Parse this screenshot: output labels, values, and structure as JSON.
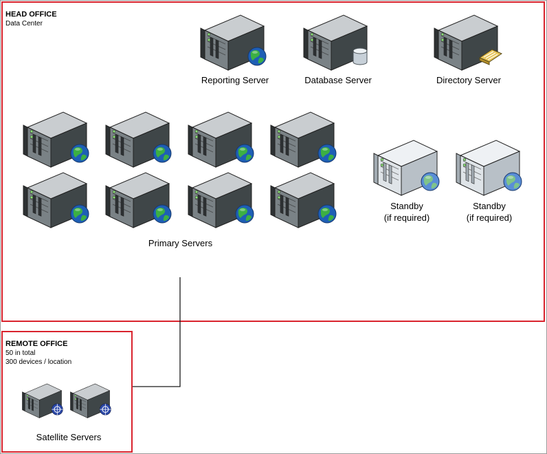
{
  "head_office": {
    "title": "HEAD OFFICE",
    "subtitle": "Data Center",
    "reporting_label": "Reporting Server",
    "database_label": "Database Server",
    "directory_label": "Directory Server",
    "primary_label": "Primary Servers",
    "standby_labels": [
      "Standby\n(if required)",
      "Standby\n(if required)"
    ]
  },
  "remote_office": {
    "title": "REMOTE OFFICE",
    "lines": [
      "50 in total",
      "300 devices / location"
    ],
    "satellite_label": "Satellite Servers"
  },
  "colors": {
    "zone_border": "#d9232d",
    "server_dark": "#5b6366",
    "server_light": "#d4dbe1",
    "globe_blue": "#1e5fb5",
    "globe_green": "#3cb043",
    "standby_globe": "#5a8ed6"
  },
  "icons": {
    "web_server": "server-globe-icon",
    "database": "database-cylinder-icon",
    "directory": "directory-card-icon",
    "satellite": "server-globe-icon"
  }
}
